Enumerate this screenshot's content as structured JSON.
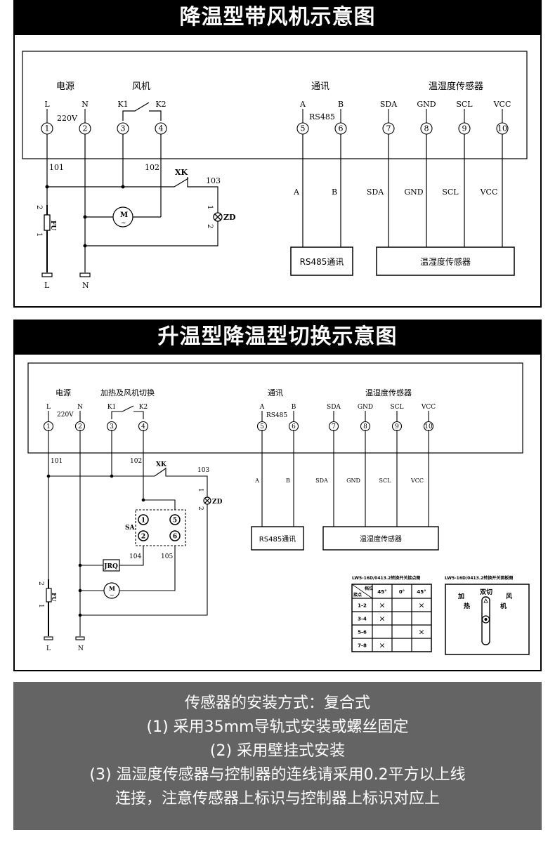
{
  "panel1": {
    "title": "降温型带风机示意图",
    "groups": {
      "power": "电源",
      "fan": "风机",
      "comm": "通讯",
      "sensor": "温湿度传感器"
    },
    "power_voltage": "220V",
    "rs485_label": "RS485",
    "terminals": [
      {
        "num": "1",
        "label": "L"
      },
      {
        "num": "2",
        "label": "N"
      },
      {
        "num": "3",
        "label": "K1"
      },
      {
        "num": "4",
        "label": "K2"
      },
      {
        "num": "5",
        "label": "A"
      },
      {
        "num": "6",
        "label": "B"
      },
      {
        "num": "7",
        "label": "SDA"
      },
      {
        "num": "8",
        "label": "GND"
      },
      {
        "num": "9",
        "label": "SCL"
      },
      {
        "num": "10",
        "label": "VCC"
      }
    ],
    "wires": {
      "w101": "101",
      "w102": "102",
      "w103": "103"
    },
    "switch_label": "XK",
    "lamp_label": "ZD",
    "lamp_pin1": "1",
    "lamp_pin2": "2",
    "fuse_label": "FU",
    "fuse_pin1": "1",
    "fuse_pin2": "2",
    "motor_label": "M",
    "motor_symbol": "~",
    "ground_L": "L",
    "ground_N": "N",
    "bus_labels": [
      "A",
      "B",
      "SDA",
      "GND",
      "SCL",
      "VCC"
    ],
    "rs485_box": "RS485通讯",
    "sensor_box": "温湿度传感器"
  },
  "panel2": {
    "title": "升温型降温型切换示意图",
    "groups": {
      "power": "电源",
      "switch": "加热及风机切换",
      "comm": "通讯",
      "sensor": "温湿度传感器"
    },
    "power_voltage": "220V",
    "rs485_label": "RS485",
    "terminals": [
      {
        "num": "1",
        "label": "L"
      },
      {
        "num": "2",
        "label": "N"
      },
      {
        "num": "3",
        "label": "K1"
      },
      {
        "num": "4",
        "label": "K2"
      },
      {
        "num": "5",
        "label": "A"
      },
      {
        "num": "6",
        "label": "B"
      },
      {
        "num": "7",
        "label": "SDA"
      },
      {
        "num": "8",
        "label": "GND"
      },
      {
        "num": "9",
        "label": "SCL"
      },
      {
        "num": "10",
        "label": "VCC"
      }
    ],
    "wires": {
      "w101": "101",
      "w102": "102",
      "w103": "103",
      "w104": "104",
      "w105": "105"
    },
    "switch_label": "XK",
    "lamp_label": "ZD",
    "lamp_pin1": "1",
    "lamp_pin2": "2",
    "fuse_label": "FU",
    "fuse_pin1": "1",
    "fuse_pin2": "2",
    "sa_label": "SA",
    "sa_contacts": [
      "1",
      "5",
      "2",
      "6"
    ],
    "heater_label": "JRQ",
    "motor_label": "M",
    "motor_symbol": "~",
    "ground_L": "L",
    "ground_N": "N",
    "bus_labels": [
      "A",
      "B",
      "SDA",
      "GND",
      "SCL",
      "VCC"
    ],
    "rs485_box": "RS485通讯",
    "sensor_box": "温湿度传感器",
    "contact_table": {
      "title": "LW5-16D/0413.2转换开关接点图",
      "corner_top": "档位",
      "corner_bottom": "接点",
      "headers": [
        "45°",
        "0°",
        "45°"
      ],
      "rows": [
        {
          "contact": "1-2",
          "cells": [
            "×",
            "",
            "×"
          ]
        },
        {
          "contact": "3-4",
          "cells": [
            "×",
            "",
            ""
          ]
        },
        {
          "contact": "5-6",
          "cells": [
            "",
            "",
            "×"
          ]
        },
        {
          "contact": "7-8",
          "cells": [
            "×",
            "",
            ""
          ]
        }
      ]
    },
    "panel_view": {
      "title": "LW5-16D/0413.2转换开关面板图",
      "top_label": "双切",
      "left_label_1": "加",
      "left_label_2": "热",
      "right_label_1": "风",
      "right_label_2": "机"
    }
  },
  "notes": {
    "lines": [
      "传感器的安装方式：复合式",
      "(1) 采用35mm导轨式安装或螺丝固定",
      "(2) 采用壁挂式安装",
      "(3) 温湿度传感器与控制器的连线请采用0.2平方以上线",
      "连接，注意传感器上标识与控制器上标识对应上"
    ]
  }
}
